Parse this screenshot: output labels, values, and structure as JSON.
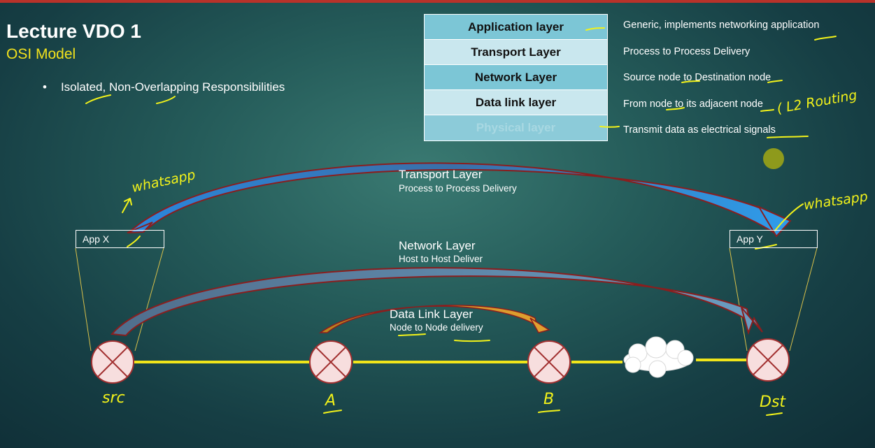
{
  "slide": {
    "title": "Lecture VDO 1",
    "subtitle": "OSI Model",
    "bullet": "Isolated, Non-Overlapping Responsibilities"
  },
  "osi_layers": [
    {
      "name": "Application layer",
      "description": "Generic, implements networking application"
    },
    {
      "name": "Transport Layer",
      "description": "Process to Process Delivery"
    },
    {
      "name": "Network Layer",
      "description": "Source node to Destination node"
    },
    {
      "name": "Data link layer",
      "description": "From node to its adjacent node"
    },
    {
      "name": "Physical layer",
      "description": "Transmit data as electrical signals"
    }
  ],
  "arcs": {
    "transport": {
      "title": "Transport Layer",
      "subtitle": "Process to Process Delivery"
    },
    "network": {
      "title": "Network Layer",
      "subtitle": "Host to Host Deliver"
    },
    "datalink": {
      "title": "Data Link Layer",
      "subtitle": "Node to Node delivery"
    }
  },
  "apps": {
    "left": "App X",
    "right": "App Y"
  },
  "handwriting": {
    "left_app": "whatsapp",
    "right_app": "whatsapp",
    "l2_note": "( L2 Routing",
    "nodes": [
      "src",
      "A",
      "B",
      "Dst"
    ]
  },
  "colors": {
    "accent_yellow": "#f2e21d",
    "link_line": "#f0e51a",
    "transport_arrow": "#2f8fe0",
    "network_arrow": "#5d8aa8",
    "datalink_arrow": "#d4951e",
    "arrow_outline": "#8a1e1e"
  }
}
